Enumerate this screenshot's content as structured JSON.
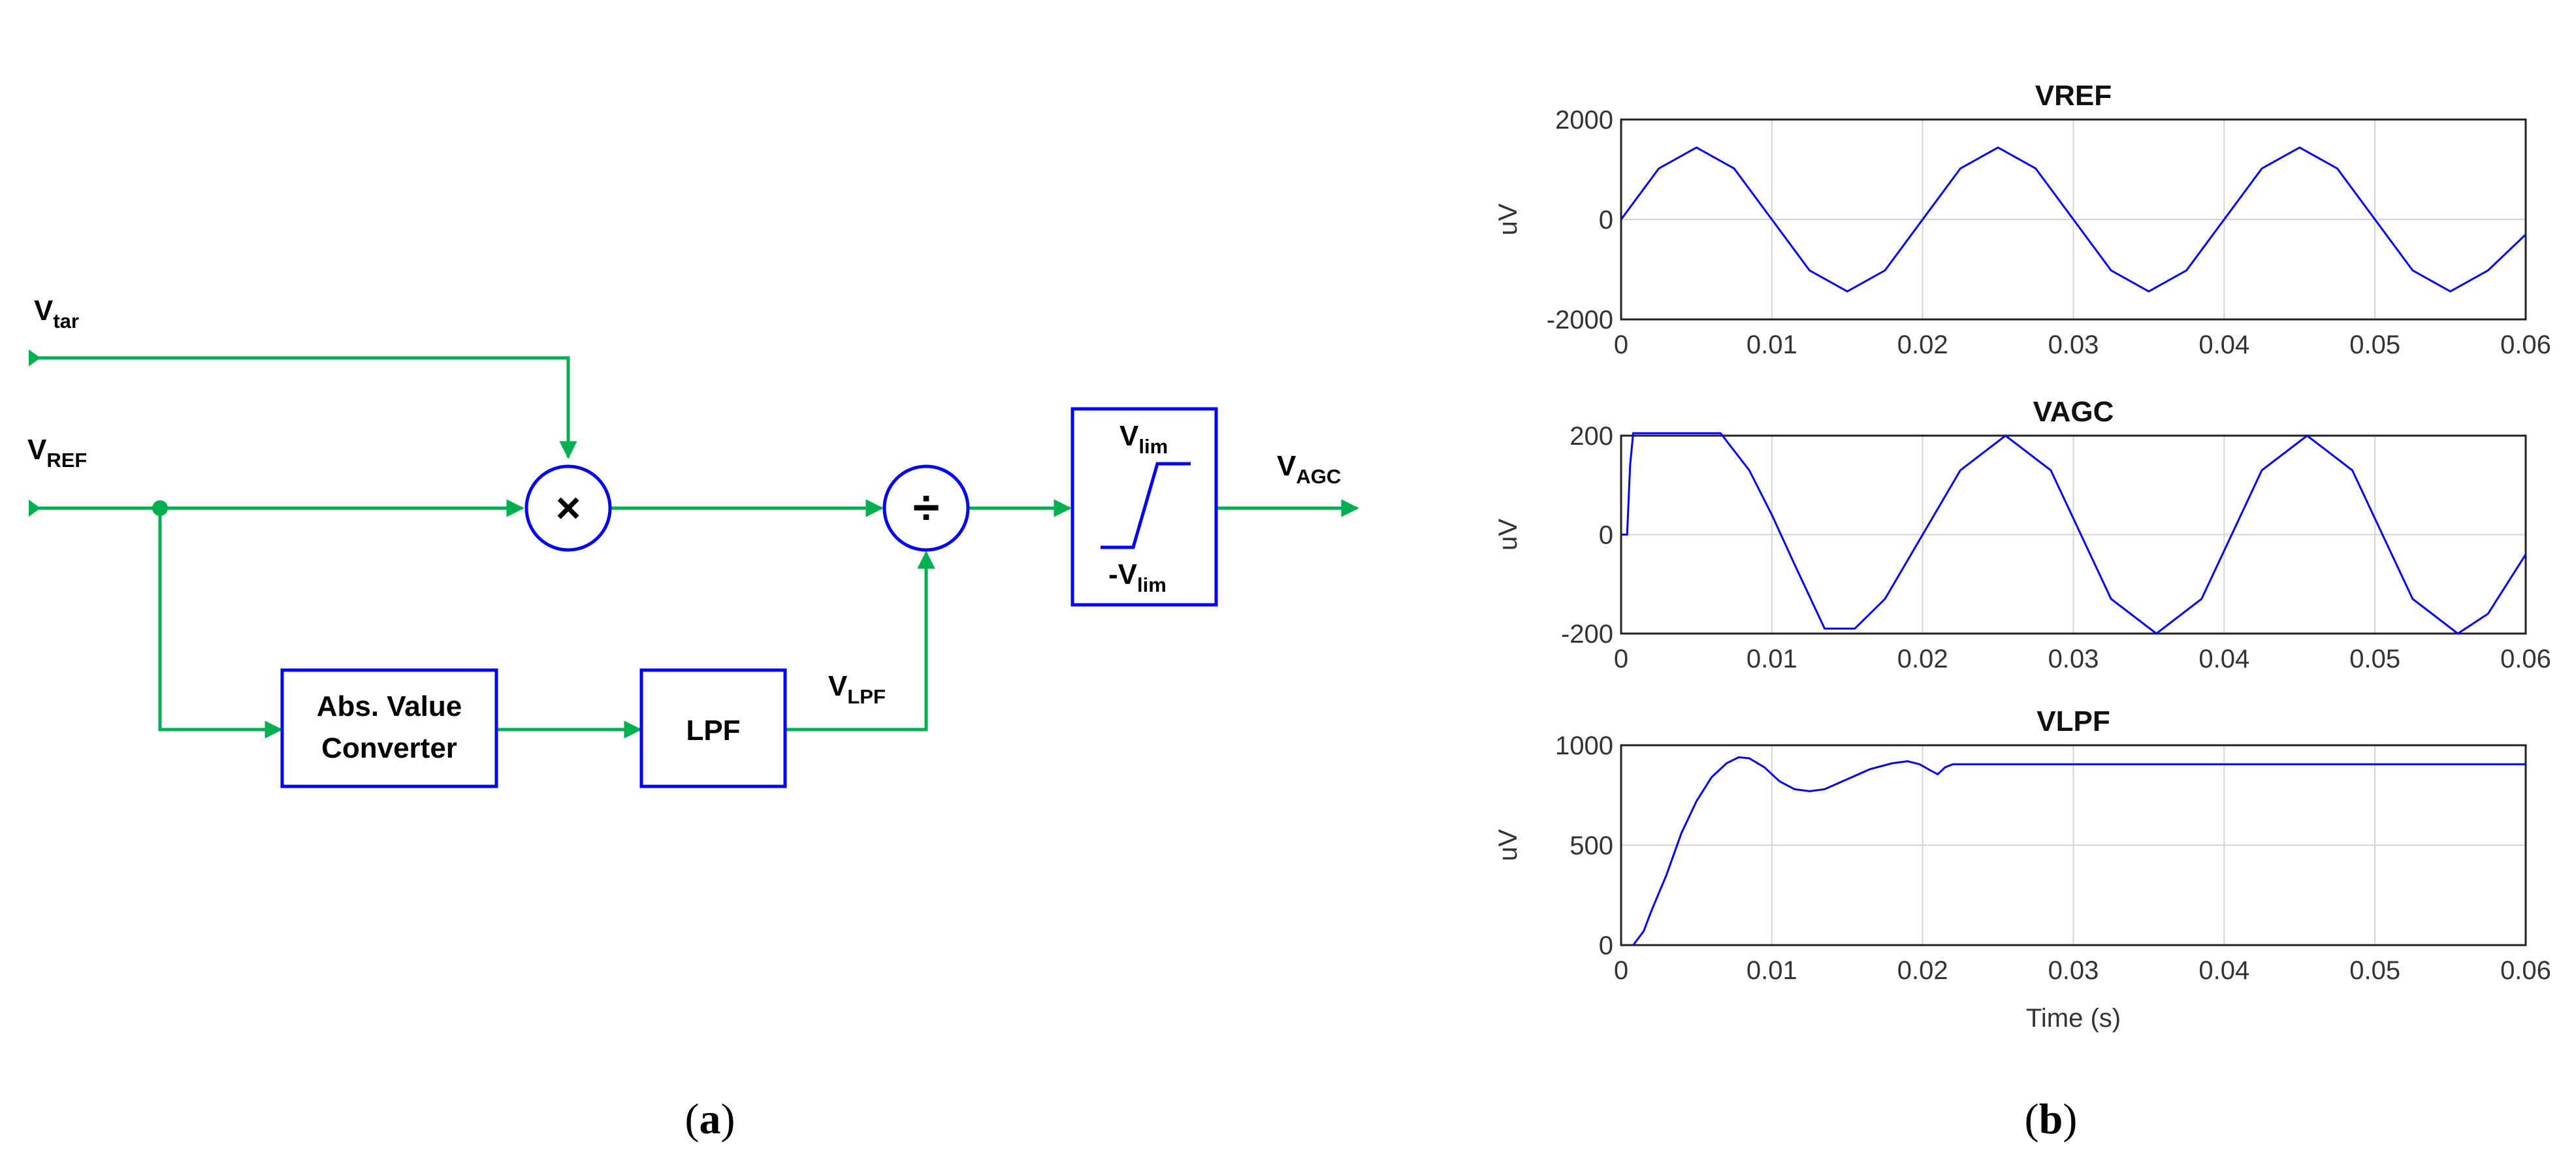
{
  "diagram": {
    "inputs": {
      "v_tar": {
        "main": "V",
        "sub": "tar"
      },
      "v_ref": {
        "main": "V",
        "sub": "REF"
      }
    },
    "multiplier_symbol": "×",
    "divider_symbol": "÷",
    "abs_block": {
      "line1": "Abs. Value",
      "line2": "Converter"
    },
    "lpf_block": "LPF",
    "lpf_signal": {
      "main": "V",
      "sub": "LPF"
    },
    "limiter": {
      "top": {
        "main": "V",
        "sub": "lim"
      },
      "bottom": {
        "main": "-V",
        "sub": "lim"
      }
    },
    "output": {
      "main": "V",
      "sub": "AGC"
    },
    "caption": {
      "open": "(",
      "letter": "a",
      "close": ")"
    }
  },
  "plots_caption": {
    "open": "(",
    "letter": "b",
    "close": ")"
  },
  "colors": {
    "wire": "#00b050",
    "block": "#0000ff",
    "trace": "#0000ff"
  },
  "chart_data": [
    {
      "type": "line",
      "title": "VREF",
      "xlabel": "",
      "ylabel": "uV",
      "xlim": [
        0,
        0.06
      ],
      "ylim": [
        -2000,
        2000
      ],
      "xticks": [
        "0",
        "0.01",
        "0.02",
        "0.03",
        "0.04",
        "0.05",
        "0.06"
      ],
      "yticks": [
        "2000",
        "0",
        "-2000"
      ],
      "grid": true,
      "series": [
        {
          "x": [
            0,
            0.0025,
            0.005,
            0.0075,
            0.01,
            0.0125,
            0.015,
            0.0175,
            0.02,
            0.0225,
            0.025,
            0.0275,
            0.03,
            0.0325,
            0.035,
            0.0375,
            0.04,
            0.0425,
            0.045,
            0.0475,
            0.05,
            0.0525,
            0.055,
            0.0575,
            0.06
          ],
          "y": [
            0,
            1020,
            1440,
            1020,
            0,
            -1020,
            -1440,
            -1020,
            0,
            1020,
            1440,
            1020,
            0,
            -1020,
            -1440,
            -1020,
            0,
            1020,
            1440,
            1020,
            0,
            -1020,
            -1440,
            -1020,
            -300
          ]
        }
      ]
    },
    {
      "type": "line",
      "title": "VAGC",
      "xlabel": "",
      "ylabel": "uV",
      "xlim": [
        0,
        0.06
      ],
      "ylim": [
        -200,
        200
      ],
      "xticks": [
        "0",
        "0.01",
        "0.02",
        "0.03",
        "0.04",
        "0.05",
        "0.06"
      ],
      "yticks": [
        "200",
        "0",
        "-200"
      ],
      "grid": true,
      "series": [
        {
          "x": [
            0,
            0.0004,
            0.0006,
            0.0008,
            0.003,
            0.0066,
            0.0085,
            0.01,
            0.0115,
            0.0135,
            0.0155,
            0.0175,
            0.02,
            0.0225,
            0.0255,
            0.0285,
            0.0305,
            0.0325,
            0.0355,
            0.0385,
            0.0405,
            0.0425,
            0.0455,
            0.0485,
            0.0505,
            0.0525,
            0.0555,
            0.0575,
            0.06
          ],
          "y": [
            0,
            0,
            140,
            205,
            205,
            205,
            130,
            40,
            -60,
            -190,
            -190,
            -130,
            0,
            130,
            200,
            130,
            0,
            -130,
            -200,
            -130,
            0,
            130,
            200,
            130,
            0,
            -130,
            -200,
            -160,
            -40
          ]
        }
      ]
    },
    {
      "type": "line",
      "title": "VLPF",
      "xlabel": "Time (s)",
      "ylabel": "uV",
      "xlim": [
        0,
        0.06
      ],
      "ylim": [
        0,
        1000
      ],
      "xticks": [
        "0",
        "0.01",
        "0.02",
        "0.03",
        "0.04",
        "0.05",
        "0.06"
      ],
      "yticks": [
        "1000",
        "500",
        "0"
      ],
      "grid": true,
      "series": [
        {
          "x": [
            0.0008,
            0.0015,
            0.002,
            0.003,
            0.004,
            0.005,
            0.006,
            0.007,
            0.0078,
            0.0085,
            0.0095,
            0.0105,
            0.0115,
            0.0125,
            0.0135,
            0.015,
            0.0165,
            0.018,
            0.019,
            0.0198,
            0.0205,
            0.021,
            0.0215,
            0.022,
            0.06
          ],
          "y": [
            0,
            70,
            170,
            350,
            560,
            720,
            840,
            910,
            940,
            935,
            890,
            820,
            780,
            770,
            780,
            830,
            880,
            910,
            920,
            905,
            875,
            855,
            890,
            905,
            905
          ]
        }
      ]
    }
  ]
}
